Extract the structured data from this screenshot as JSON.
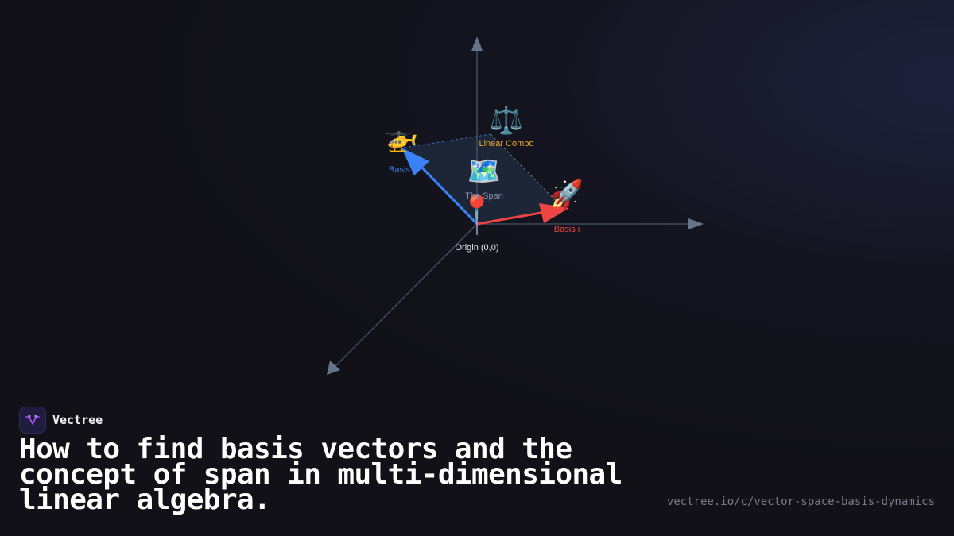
{
  "diagram": {
    "labels": {
      "basis_j": "Basis j",
      "basis_i": "Basis i",
      "linear_combo": "Linear Combo",
      "span": "The Span",
      "origin": "Origin (0,0)"
    },
    "icons": {
      "basis_j": "🚁",
      "basis_i": "🚀",
      "linear_combo": "⚖️",
      "span": "🗺️",
      "origin": "📍"
    },
    "colors": {
      "basis_j": "#3b82f6",
      "basis_i": "#ef4444",
      "linear_combo": "#f5a524",
      "span_fill": "#1e293b",
      "axis": "#64748b"
    }
  },
  "brand": {
    "name": "Vectree"
  },
  "headline": "How to find basis vectors and the concept of span in multi-dimensional linear algebra.",
  "url": "vectree.io/c/vector-space-basis-dynamics"
}
